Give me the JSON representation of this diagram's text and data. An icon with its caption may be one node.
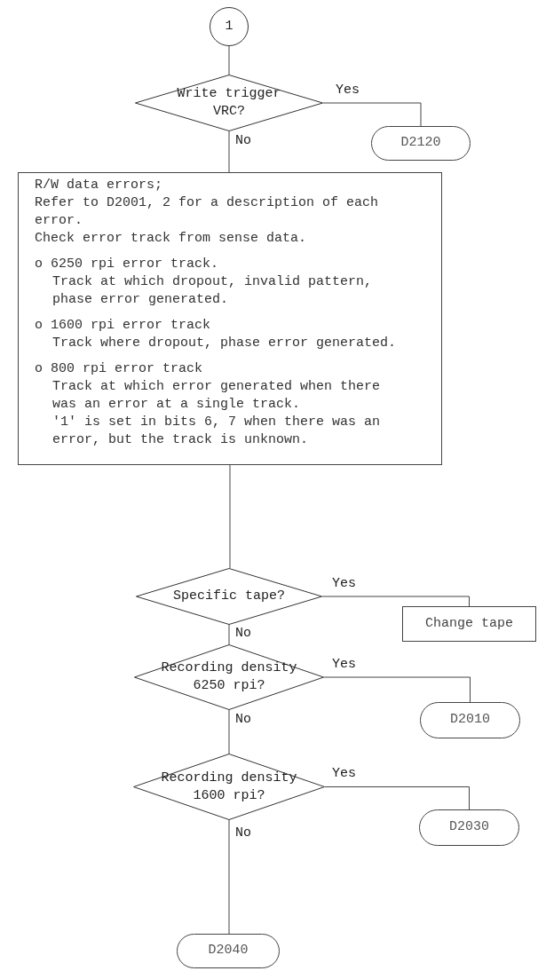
{
  "diagram": {
    "nodes": [
      {
        "text": [
          "1"
        ]
      },
      {
        "text": [
          "Write trigger VRC?"
        ]
      },
      {
        "text": [
          "D2120"
        ]
      },
      {
        "text": [
          "R/W data errors;",
          "Refer to D2001, 2 for a description of each error.",
          "Check error track from sense data.",
          "o 6250 rpi error track.",
          "Track at which dropout, invalid pattern, phase error generated.",
          "o 1600 rpi error track",
          "Track where dropout, phase error generated.",
          "o 800 rpi error track",
          "Track at which error generated when there was an error at a single track.",
          "'1' is set in bits 6, 7 when there was an error, but the track is unknown."
        ]
      },
      {
        "text": [
          "Specific tape?"
        ]
      },
      {
        "text": [
          "Change tape"
        ]
      },
      {
        "text": [
          "Recording density 6250 rpi?"
        ]
      },
      {
        "text": [
          "D2010"
        ]
      },
      {
        "text": [
          "Recording density 1600 rpi?"
        ]
      },
      {
        "text": [
          "D2030"
        ]
      },
      {
        "text": [
          "D2040"
        ]
      }
    ],
    "edges": [
      {
        "from": 0,
        "to": 1,
        "arrow": "none"
      },
      {
        "from": 1,
        "to": 2,
        "arrow": "none",
        "label": "Yes"
      },
      {
        "from": 1,
        "to": 3,
        "arrow": "none",
        "label": "No"
      },
      {
        "from": 3,
        "to": 4,
        "arrow": "none"
      },
      {
        "from": 4,
        "to": 5,
        "arrow": "none",
        "label": "Yes"
      },
      {
        "from": 4,
        "to": 6,
        "arrow": "none",
        "label": "No"
      },
      {
        "from": 6,
        "to": 7,
        "arrow": "none",
        "label": "Yes"
      },
      {
        "from": 6,
        "to": 8,
        "arrow": "none",
        "label": "No"
      },
      {
        "from": 8,
        "to": 9,
        "arrow": "none",
        "label": "Yes"
      },
      {
        "from": 8,
        "to": 10,
        "arrow": "none",
        "label": "No"
      }
    ]
  }
}
